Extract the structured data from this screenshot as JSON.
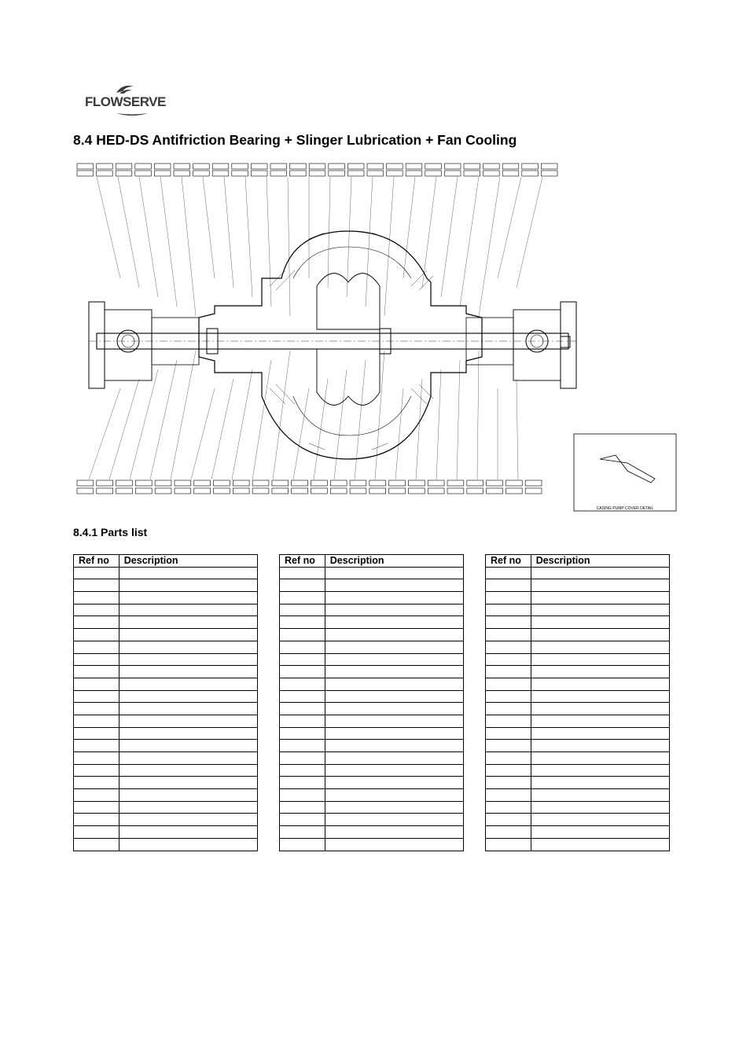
{
  "logo": {
    "text": "FLOWSERVE",
    "icon": "flowserve-swirl-logo"
  },
  "title": "8.4 HED-DS Antifriction Bearing + Slinger Lubrication + Fan Cooling",
  "drawing": {
    "icon": "pump-cross-section-drawing",
    "detail_caption": "CASING PUMP COVER DETAIL"
  },
  "parts_list": {
    "heading": "8.4.1  Parts list",
    "columns": [
      "Ref no",
      "Description"
    ],
    "blank_rows_per_table": 23
  },
  "tables": [
    {
      "ref_header": "Ref no",
      "desc_header": "Description"
    },
    {
      "ref_header": "Ref no",
      "desc_header": "Description"
    },
    {
      "ref_header": "Ref no",
      "desc_header": "Description"
    }
  ]
}
